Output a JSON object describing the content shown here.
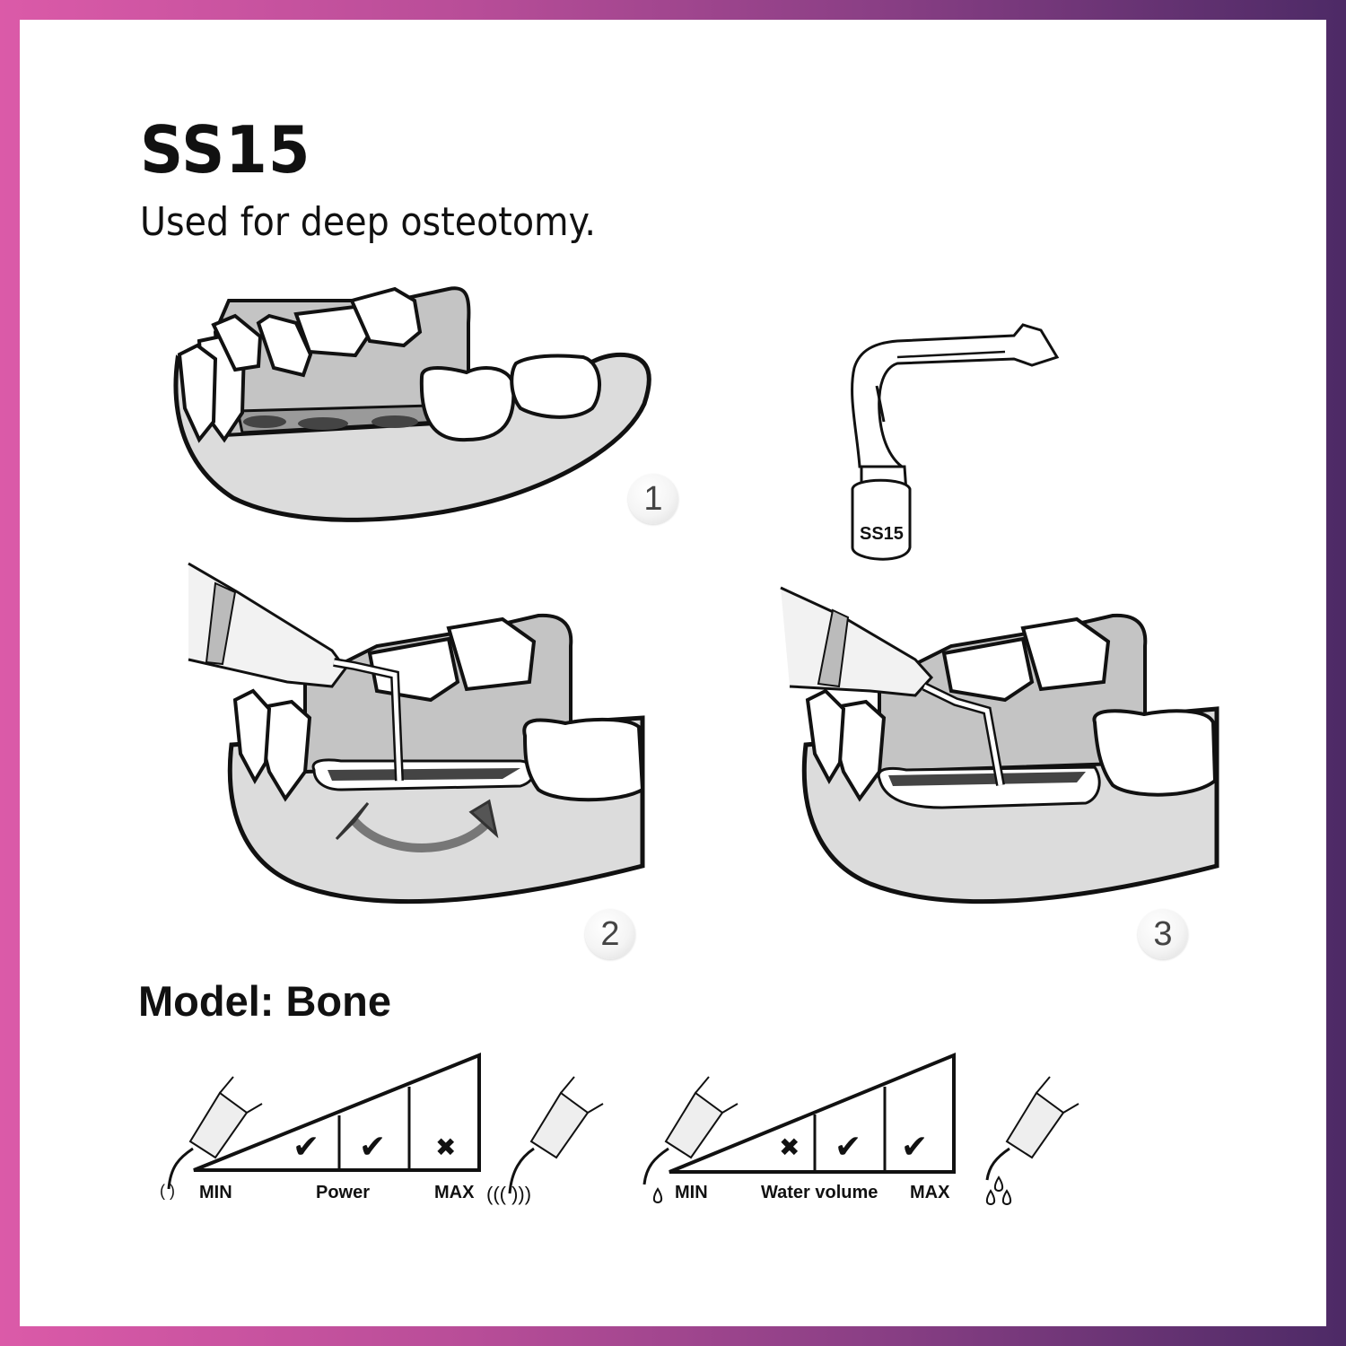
{
  "header": {
    "title": "SS15",
    "subtitle": "Used for deep osteotomy."
  },
  "illustrations": {
    "step1": {
      "badge": "1",
      "description": "Lower jaw with edentulous ridge showing bone area"
    },
    "step2": {
      "badge": "2",
      "description": "Handpiece with SS15 tip cutting groove with sweeping motion arrows"
    },
    "step3": {
      "badge": "3",
      "description": "Deepened osteotomy groove along ridge"
    },
    "tip": {
      "engraving": "SS15",
      "description": "SS15 angled saw tip insert"
    }
  },
  "model": {
    "label": "Model: Bone"
  },
  "power_scale": {
    "min_label": "MIN",
    "center_label": "Power",
    "max_label": "MAX",
    "cells": [
      {
        "level": 1,
        "status": "check",
        "symbol": "✔"
      },
      {
        "level": 2,
        "status": "check",
        "symbol": "✔"
      },
      {
        "level": 3,
        "status": "cross",
        "symbol": "✖"
      }
    ]
  },
  "water_scale": {
    "min_label": "MIN",
    "center_label": "Water volume",
    "max_label": "MAX",
    "cells": [
      {
        "level": 1,
        "status": "cross",
        "symbol": "✖"
      },
      {
        "level": 2,
        "status": "check",
        "symbol": "✔"
      },
      {
        "level": 3,
        "status": "check",
        "symbol": "✔"
      }
    ]
  },
  "colors": {
    "border_left": "#db5aa8",
    "border_right": "#4d2a66",
    "bone_gray": "#c8c8c8",
    "gum_gray": "#dcdcdc",
    "groove_dark": "#555555",
    "text": "#111111"
  }
}
